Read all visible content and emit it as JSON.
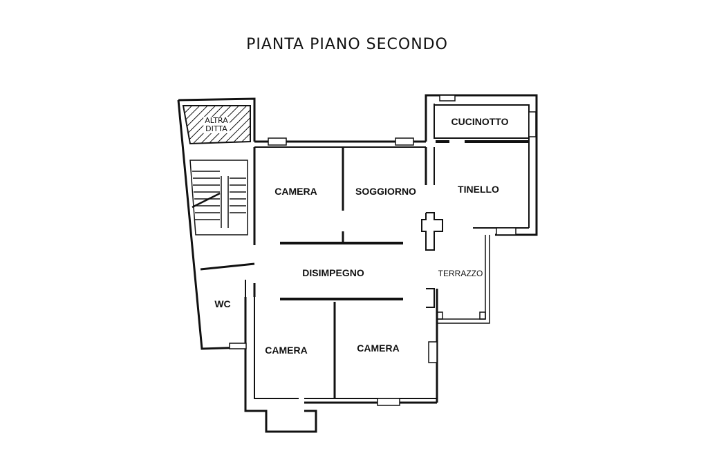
{
  "title": "PIANTA PIANO SECONDO",
  "rooms": {
    "camera_top": "CAMERA",
    "soggiorno": "SOGGIORNO",
    "tinello": "TINELLO",
    "cucinotto": "CUCINOTTO",
    "disimpegno": "DISIMPEGNO",
    "terrazzo": "TERRAZZO",
    "wc": "WC",
    "camera_bottom_left": "CAMERA",
    "camera_bottom_right": "CAMERA",
    "altra_ditta_line1": "ALTRA",
    "altra_ditta_line2": "DITTA"
  }
}
